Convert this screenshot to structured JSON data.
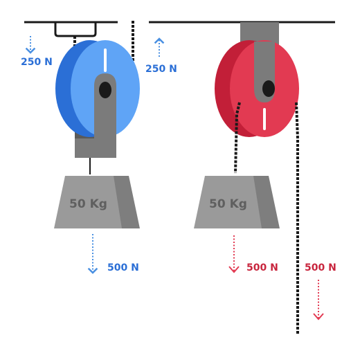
{
  "colors": {
    "blue": "#4a90e2",
    "blue_light": "#5fa4f6",
    "blue_dark": "#2b6fd6",
    "red": "#e23a52",
    "red_dark": "#c21f38",
    "red_label": "#c8263e",
    "gray": "#7b7b7b",
    "gray_dark": "#5a5a5a",
    "weight": "#9a9a9a",
    "weight_dark": "#7e7e7e",
    "rope": "#1a1a1a",
    "ceiling": "#1a1a1a"
  },
  "left_pulley": {
    "force_top_left": "250 N",
    "force_top_right": "250 N",
    "weight": "50 Kg",
    "force_down": "500 N"
  },
  "right_pulley": {
    "weight": "50 Kg",
    "force_down_load": "500 N",
    "force_down_rope": "500 N"
  }
}
